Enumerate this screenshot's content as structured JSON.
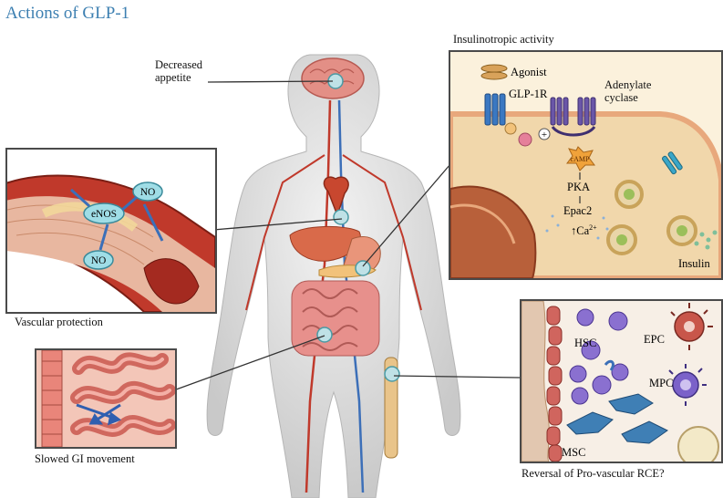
{
  "title": "Actions of GLP-1",
  "callouts": {
    "appetite": "Decreased\nappetite",
    "insulinotropic": "Insulinotropic activity",
    "vascular": "Vascular protection",
    "gi": "Slowed GI movement",
    "rce": "Reversal of Pro-vascular RCE?"
  },
  "insulin_panel": {
    "agonist": "Agonist",
    "receptor": "GLP-1R",
    "adenylate": "Adenylate\ncyclase",
    "plus": "+",
    "camp": "cAMP",
    "pka": "PKA",
    "epac": "Epac2",
    "ca": "Ca",
    "ca_sup": "2+",
    "insulin": "Insulin"
  },
  "vascular_panel": {
    "enos": "eNOS",
    "no_top": "NO",
    "no_bottom": "NO"
  },
  "rce_panel": {
    "hsc": "HSC",
    "epc": "EPC",
    "mpc": "MPC",
    "msc": "MSC"
  },
  "colors": {
    "title": "#3c7fb1",
    "panel_bg": "#f6e7c8",
    "membrane": "#e8a87c",
    "receptor": "#3a78c2",
    "cyclase": "#6a56a8",
    "nucleus": "#a85a3a",
    "vesicle": "#c9a35a",
    "vessel": "#c0392b",
    "stem_cell": "#7b62c9",
    "msc": "#3f7fb5"
  }
}
